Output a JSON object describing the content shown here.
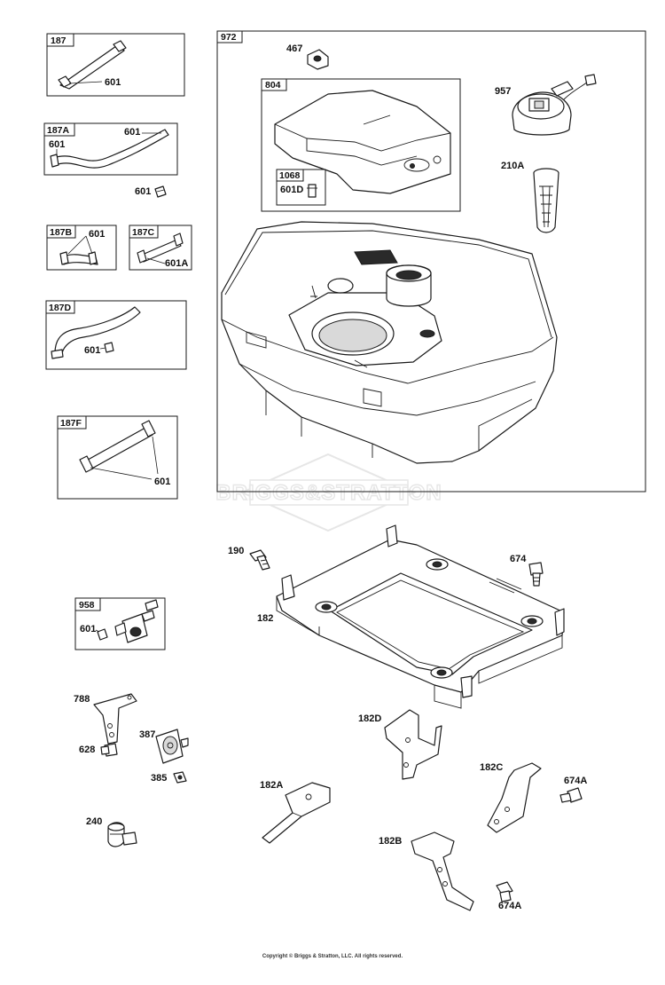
{
  "boxes": {
    "b187": "187",
    "b187A": "187A",
    "b187B": "187B",
    "b187C": "187C",
    "b187D": "187D",
    "b187F": "187F",
    "b958": "958",
    "b972": "972",
    "b804": "804",
    "b1068": "1068"
  },
  "labels": {
    "l601_187": "601",
    "l601_187A_left": "601",
    "l601_187A_right": "601",
    "l601_loose": "601",
    "l601_187B": "601",
    "l601A_187C": "601A",
    "l601_187D": "601",
    "l601_187F": "601",
    "l601_958": "601",
    "l467": "467",
    "l957": "957",
    "l210A": "210A",
    "l601D": "601D",
    "l190": "190",
    "l674": "674",
    "l182": "182",
    "l788": "788",
    "l628": "628",
    "l387": "387",
    "l385": "385",
    "l240": "240",
    "l182D": "182D",
    "l182C": "182C",
    "l674A_top": "674A",
    "l182A": "182A",
    "l182B": "182B",
    "l674A_bottom": "674A"
  },
  "watermark": "BRIGGS&STRATTON",
  "copyright": "Copyright © Briggs & Stratton, LLC. All rights reserved."
}
